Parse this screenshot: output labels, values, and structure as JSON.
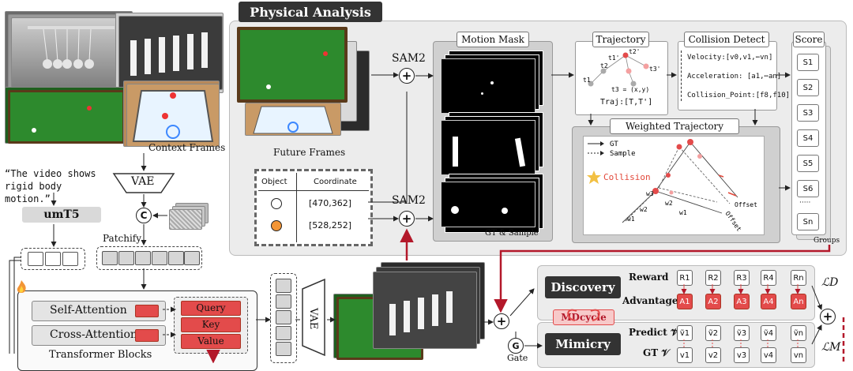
{
  "left": {
    "context_frames_label": "Context Frames",
    "prompt_text": "“The video shows rigid body motion.”",
    "umt5_label": "umT5",
    "vae_top_label": "VAE",
    "concat_symbol": "C",
    "patchify_label": "Patchify"
  },
  "transformer": {
    "self_attention_label": "Self-Attention",
    "cross_attention_label": "Cross-Attention",
    "blocks_label": "Transformer Blocks",
    "query_label": "Query",
    "key_label": "Key",
    "value_label": "Value",
    "vae_decode_label": "VAE"
  },
  "physical": {
    "title": "Physical Analysis",
    "future_frames_label": "Future Frames",
    "sam2_top_label": "SAM2",
    "sam2_bottom_label": "SAM2",
    "motion_mask_title": "Motion Mask",
    "gt_sample_label": "GT & Sample",
    "table_headers": [
      "Object",
      "Coordinate"
    ],
    "table_rows": [
      {
        "coord": "[470,362]",
        "color": "#ffffff"
      },
      {
        "coord": "[528,252]",
        "color": "#f29536"
      }
    ],
    "trajectory_title": "Trajectory",
    "traj_labels": [
      "t1",
      "t2",
      "t1'",
      "t2'",
      "t3'",
      "t3 = (x,y)"
    ],
    "traj_caption": "Traj:[T,T']",
    "collision_title": "Collision Detect",
    "collision_lines": [
      "Velocity:[v0,v1,⋯vn]",
      "Acceleration: [a1,⋯an]",
      "Collision_Point:[f8,f10]"
    ],
    "weighted_title": "Weighted Trajectory Offset",
    "legend_gt": "GT",
    "legend_sample": "Sample",
    "collision_label": "Collision",
    "w_labels": [
      "w3",
      "w2",
      "w1",
      "w2",
      "w1"
    ],
    "offset_labels": [
      "Offset",
      "Offset"
    ],
    "score_title": "Score",
    "scores": [
      "S1",
      "S2",
      "S3",
      "S4",
      "S5",
      "S6",
      "·····",
      "Sn"
    ],
    "groups_label": "Groups"
  },
  "bottom": {
    "discovery_label": "Discovery",
    "mimicry_label": "Mimicry",
    "mdcycle_label": "MDcycle",
    "gate_symbol": "G",
    "gate_label": "Gate",
    "reward_label": "Reward",
    "advantage_label": "Advantage",
    "predict_label": "Predict 𝒱̃",
    "gt_label": "GT 𝒱",
    "rewards": [
      "R1",
      "R2",
      "R3",
      "R4",
      "Rn"
    ],
    "advantages": [
      "A1",
      "A2",
      "A3",
      "A4",
      "An"
    ],
    "predicts": [
      "ṽ1",
      "ṽ2",
      "ṽ3",
      "ṽ4",
      "ṽn"
    ],
    "gts": [
      "v1",
      "v2",
      "v3",
      "v4",
      "vn"
    ],
    "loss_d": "ℒD",
    "loss_m": "ℒM"
  },
  "colors": {
    "accent_red": "#b3182a",
    "panel_grey": "#ececec",
    "block_grey": "#d9d9d9",
    "highlight_red": "#e34b4b",
    "orange": "#f29536"
  }
}
